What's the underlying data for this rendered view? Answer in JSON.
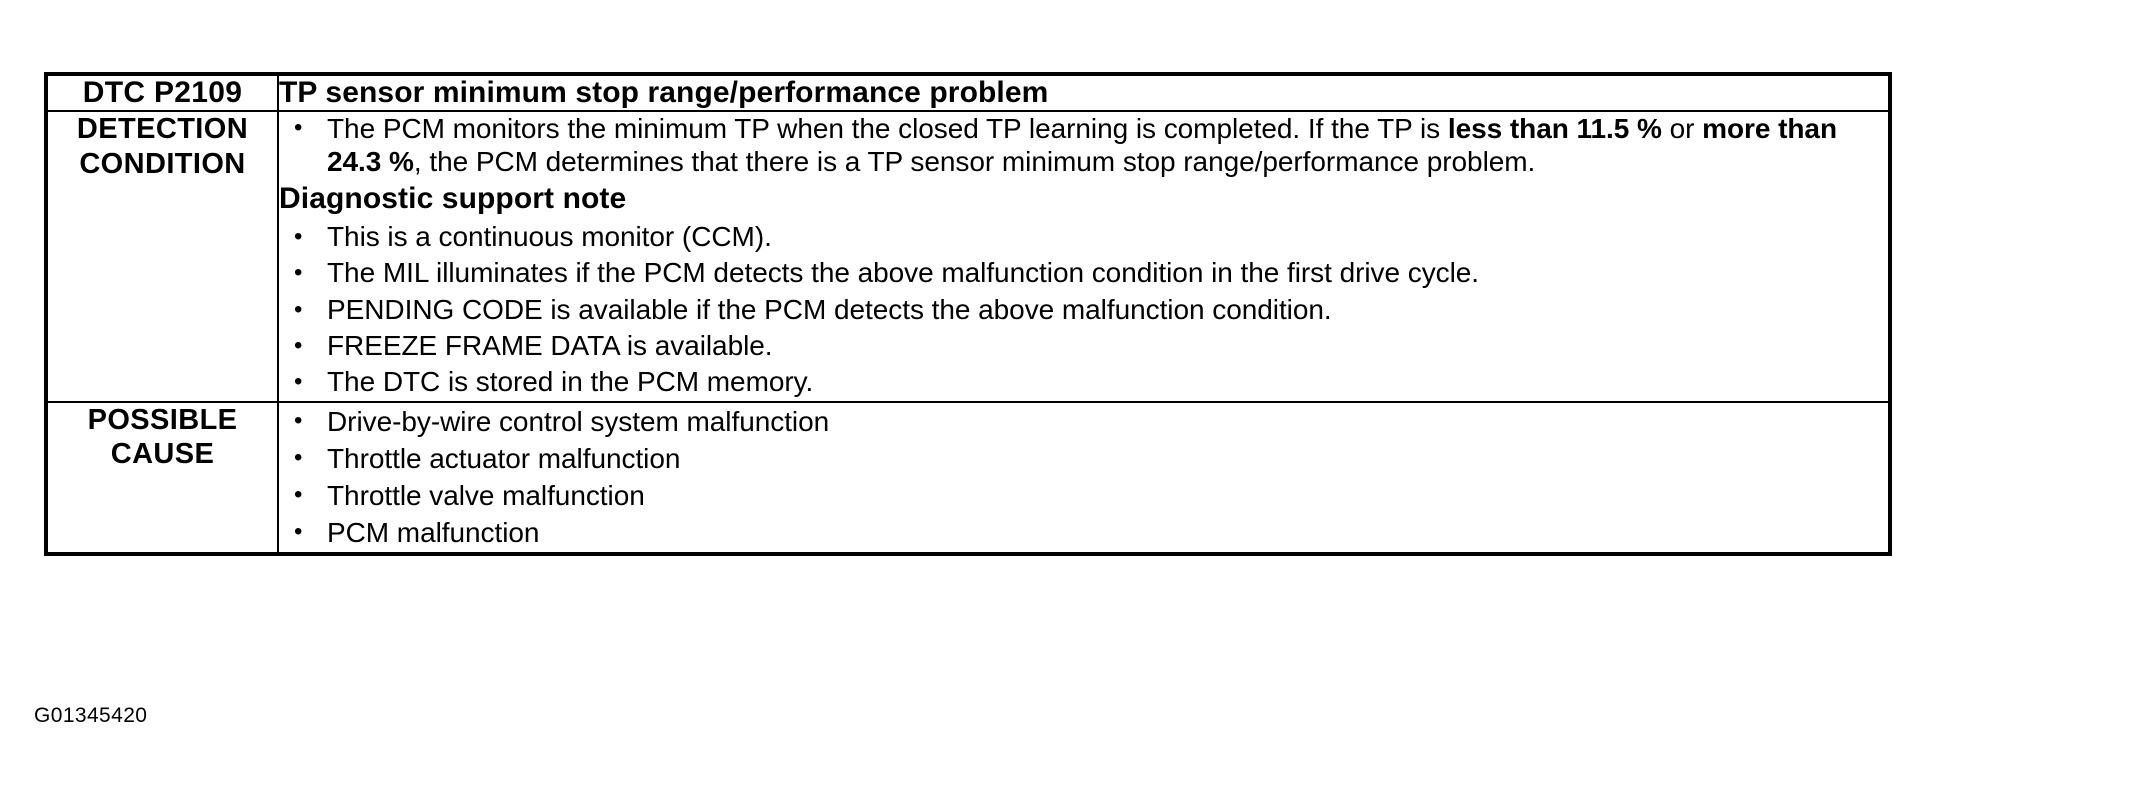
{
  "table": {
    "header": {
      "code_label": "DTC P2109",
      "title": "TP sensor minimum stop range/performance problem"
    },
    "rows": [
      {
        "label_line1": "DETECTION",
        "label_line2": "CONDITION",
        "paragraph": {
          "text_before_bold1": "The PCM monitors the minimum TP when the closed TP learning is completed. If the TP is ",
          "bold1": "less than 11.5 %",
          "text_between": " or ",
          "bold2": "more than 24.3 %",
          "text_after": ", the PCM determines that there is a TP sensor minimum stop range/performance problem."
        },
        "subheading": "Diagnostic support note",
        "bullets": [
          "This is a continuous monitor (CCM).",
          "The MIL illuminates if the PCM detects the above malfunction condition in the first drive cycle.",
          "PENDING CODE is available if the PCM detects the above malfunction condition.",
          "FREEZE FRAME DATA is available.",
          "The DTC is stored in the PCM memory."
        ]
      },
      {
        "label_line1": "POSSIBLE",
        "label_line2": "CAUSE",
        "bullets": [
          "Drive-by-wire control system malfunction",
          "Throttle actuator malfunction",
          "Throttle valve malfunction",
          "PCM malfunction"
        ]
      }
    ]
  },
  "figure_id": "G01345420",
  "colors": {
    "ink": "#000000",
    "paper": "#ffffff"
  }
}
